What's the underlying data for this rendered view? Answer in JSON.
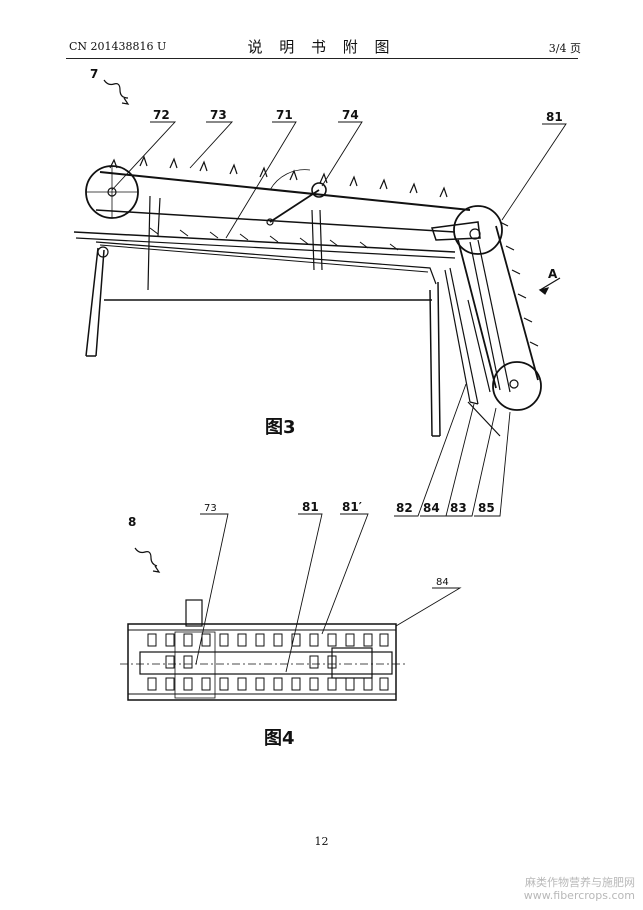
{
  "header": {
    "patent_no": "CN 201438816 U",
    "section_title": "说 明 书 附 图",
    "page_fraction": "3/4 页"
  },
  "figure3": {
    "assembly_ref": "7",
    "labels": [
      "72",
      "73",
      "71",
      "74",
      "81",
      "A",
      "82",
      "84",
      "83",
      "85"
    ],
    "caption": "图3"
  },
  "figure4": {
    "assembly_ref": "8",
    "labels": [
      "73",
      "81",
      "81′",
      "84"
    ],
    "caption": "图4"
  },
  "footer": {
    "page_number": "12",
    "watermark_line1": "麻类作物营养与施肥网",
    "watermark_line2": "www.fibercrops.com"
  }
}
